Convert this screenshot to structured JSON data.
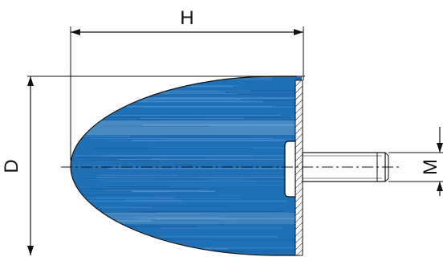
{
  "dimensions": {
    "height_label": "H",
    "diameter_label": "D",
    "thread_label": "M"
  },
  "colors": {
    "rubber": "#1f6fb5",
    "rubber_highlight": "#4f98d6",
    "rubber_shadow": "#145a97",
    "line": "#111111",
    "metal": "#ffffff"
  }
}
